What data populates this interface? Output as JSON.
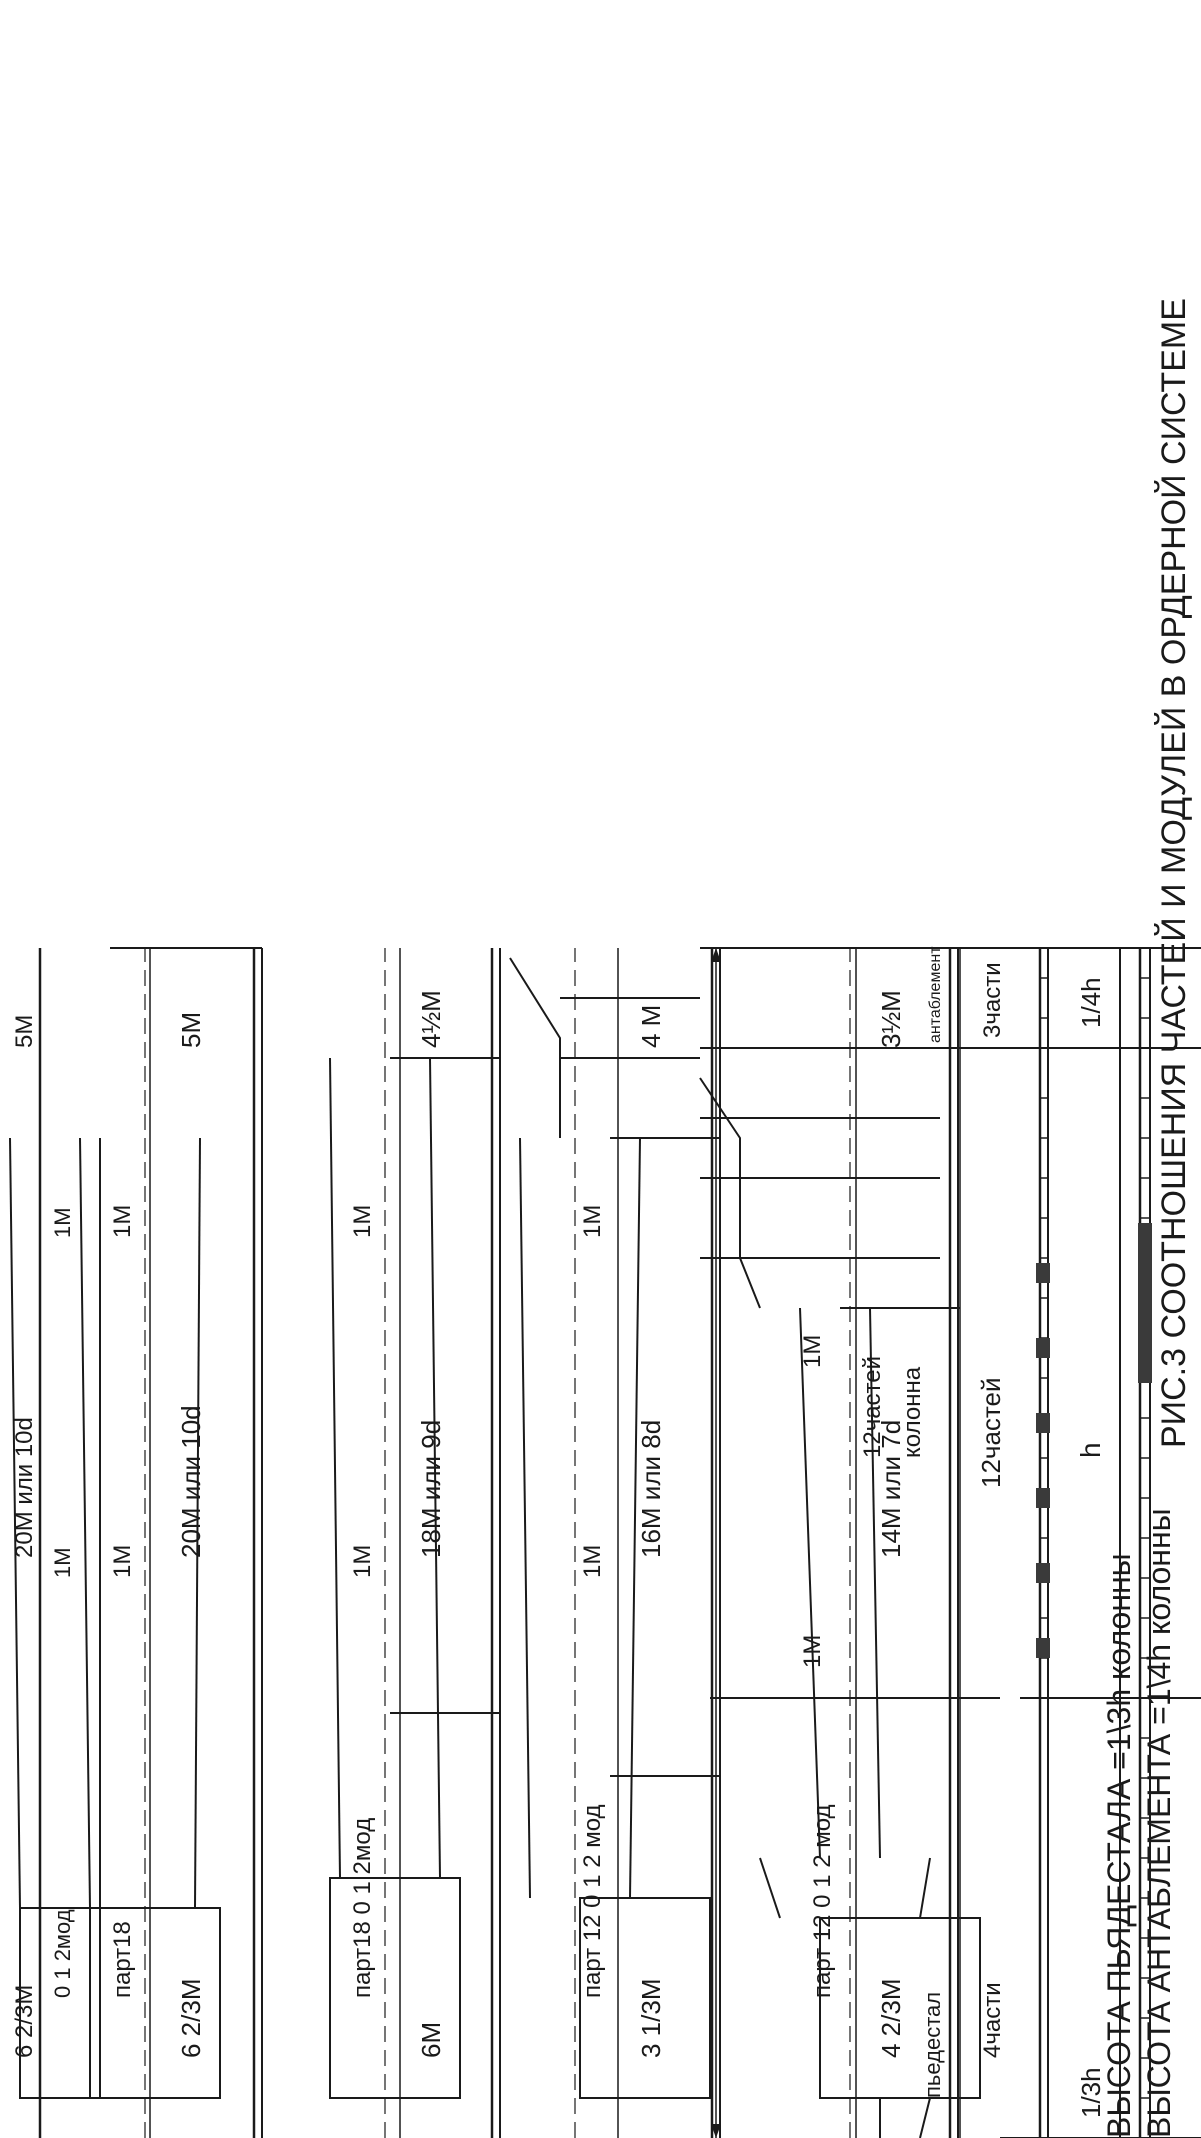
{
  "figure": {
    "caption": "РИС.3  СООТНОШЕНИЯ ЧАСТЕЙ И МОДУЛЕЙ В ОРДЕРНОЙ СИСТЕМЕ",
    "note_entablature": "ВЫСОТА АНТАБЛЕМЕНТА =1\\4h колонны",
    "note_pedestal": "ВЫСОТА ПЬЯДЕСТАЛА =1\\3h колонны"
  },
  "scheme": {
    "label_h": "h",
    "label_quarter": "1/4h",
    "label_third": "1/3h",
    "label_12": "12частей",
    "label_3": "3части",
    "label_4": "4части",
    "label_column": "колонна",
    "label_column_parts": "12частей",
    "label_entablature": "антаблемент",
    "label_pedestal": "пьедестал"
  },
  "orders": [
    {
      "pedestal": "4 2/3M",
      "column": "14M или 7d",
      "entablature": "3½M",
      "module_top": "1M",
      "module_bottom": "1M",
      "scale": "парт 12  0 1 2 мод"
    },
    {
      "pedestal": "3 1/3M",
      "column": "16M или 8d",
      "entablature": "4 M",
      "module_top": "1M",
      "module_bottom": "1M",
      "scale": "парт 12  0 1 2 мод"
    },
    {
      "pedestal": "6M",
      "column": "18M или 9d",
      "entablature": "4½M",
      "module_top": "1M",
      "module_bottom": "1M",
      "scale": "парт18  0 1  2мод"
    },
    {
      "pedestal": "6 2/3M",
      "column": "20M или 10d",
      "entablature": "5M",
      "module_top": "1M",
      "module_bottom": "1M",
      "scale": "парт18"
    },
    {
      "pedestal": "6 2/3M",
      "column": "20M или 10d",
      "entablature": "5M",
      "module_top": "1M",
      "module_bottom": "1M",
      "scale": "0  1  2мод"
    }
  ]
}
